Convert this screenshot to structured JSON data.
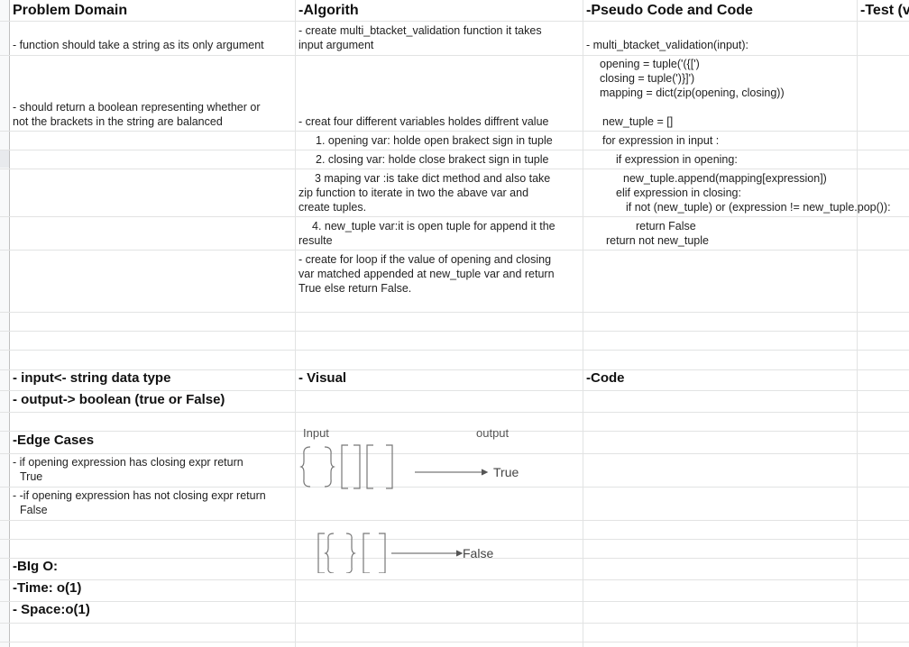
{
  "headers": {
    "problem_domain": "Problem Domain",
    "algorithm": "-Algorith",
    "pseudo": "-Pseudo Code and Code",
    "test": "-Test (v"
  },
  "problem": {
    "line1": "-  function should take a string as its only argument",
    "line2a": "-  should return a boolean representing whether or",
    "line2b": "not the brackets in the string are balanced"
  },
  "algorithm": {
    "a1": "- create multi_btacket_validation function it takes",
    "a2": "input argument",
    "a3": "- creat four different variables holdes diffrent value",
    "a4": "1. opening var: holde open brakect sign in tuple",
    "a5": "2. closing var: holde close brakect sign in tuple",
    "a6": "3 maping var :is take dict method and also take",
    "a7": "zip function to iterate in two the abave var and",
    "a8": " create tuples.",
    "a9": "4. new_tuple var:it is open tuple for append it the",
    "a10": "resulte",
    "a11": "- create for loop if the value of opening and closing",
    "a12": "var  matched appended at new_tuple var and return",
    "a13": "True else return False."
  },
  "pseudo": {
    "p1": "- multi_btacket_validation(input):",
    "p2": "opening = tuple('({[')",
    "p3": "closing = tuple(')}]')",
    "p4": "mapping = dict(zip(opening, closing))",
    "p5": "new_tuple = []",
    "p6": "for expression in input :",
    "p7": "if expression in opening:",
    "p8": "new_tuple.append(mapping[expression])",
    "p9": "elif expression in closing:",
    "p10": "if not (new_tuple) or (expression != new_tuple.pop()):",
    "p11": "return False",
    "p12": "return not new_tuple"
  },
  "io": {
    "input": "- input<-  string data type",
    "output": "-  output-> boolean (true or False)"
  },
  "visual": {
    "title": "- Visual",
    "input_label": "Input",
    "output_label": "output",
    "true_label": "True",
    "false_label": "False"
  },
  "code_title": "-Code",
  "edge": {
    "title": "-Edge Cases",
    "e1a": "- if opening expression has closing expr return",
    "e1b": "True",
    "e2a": "- -if opening expression has not closing expr return",
    "e2b": "False"
  },
  "bigo": {
    "title": "-BIg O:",
    "time": "-Time: o(1)",
    "space": "- Space:o(1)"
  }
}
